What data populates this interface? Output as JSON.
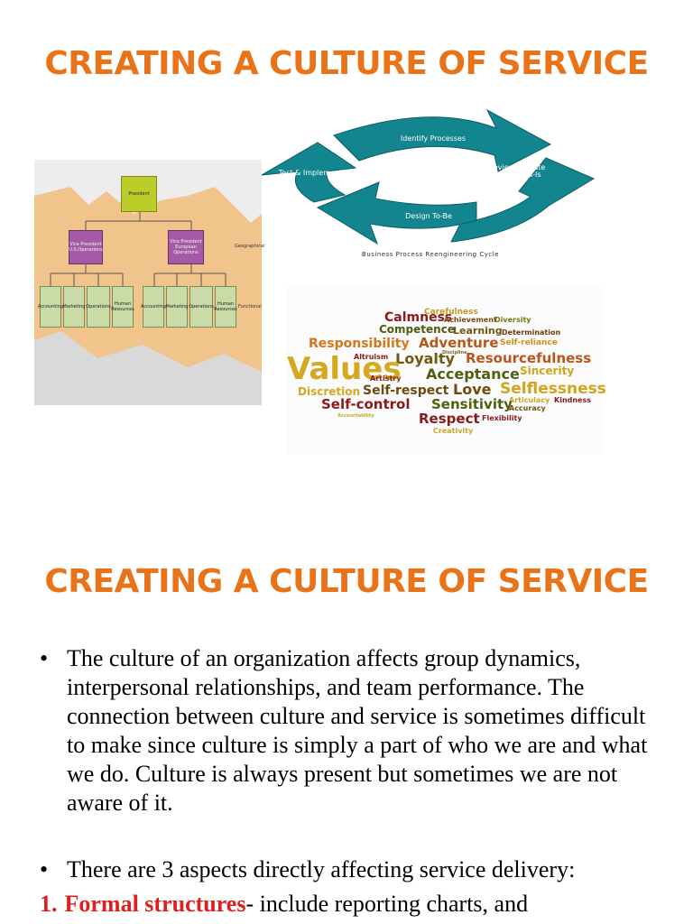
{
  "slide1": {
    "title": "CREATING A CULTURE OF SERVICE",
    "org_chart": {
      "president": "President",
      "vp_left": "Vice President U.S.Operations",
      "vp_right": "Vice President European Operations",
      "functions": [
        "Accounting",
        "Marketing",
        "Operations",
        "Human Resources",
        "Accounting",
        "Marketing",
        "Operations",
        "Human Resources"
      ],
      "label_geographical": "Geographical",
      "label_functional": "Functional"
    },
    "bpr_cycle": {
      "steps": [
        "Identify Processes",
        "Review, Update Analyze As-Is",
        "Design To-Be",
        "Test & Implement To-Be"
      ],
      "caption": "Business Process Reengineering Cycle",
      "color": "#13858f"
    },
    "word_cloud": {
      "words": [
        "Carefulness",
        "Calmness",
        "Achievement",
        "Diversity",
        "Competence",
        "Learning",
        "Determination",
        "Responsibility",
        "Adventure",
        "Self-reliance",
        "Discipline",
        "Altruism",
        "Loyalty",
        "Resourcefulness",
        "Values",
        "Acceptance",
        "Sincerity",
        "Artistry",
        "Discretion",
        "Self-respect",
        "Love",
        "Selflessness",
        "Articulacy",
        "Kindness",
        "Self-control",
        "Sensitivity",
        "Accuracy",
        "Respect",
        "Flexibility",
        "Accountability",
        "Creativity"
      ]
    }
  },
  "slide2": {
    "title": "CREATING A CULTURE OF SERVICE",
    "bullet_symbol": "•",
    "bullets": [
      "The culture of an organization affects group dynamics, interpersonal relationships, and team performance. The connection between culture and service is sometimes difficult to make since culture is simply a part of who we are and what we do. Culture is always present but sometimes we are not aware of it.",
      "There are 3 aspects directly affecting service delivery:"
    ],
    "numbered": {
      "number": "1.",
      "term": "Formal structures",
      "text": "- include reporting charts,  and"
    }
  },
  "colors": {
    "title": "#e97319",
    "accent_red": "#e0201e"
  }
}
